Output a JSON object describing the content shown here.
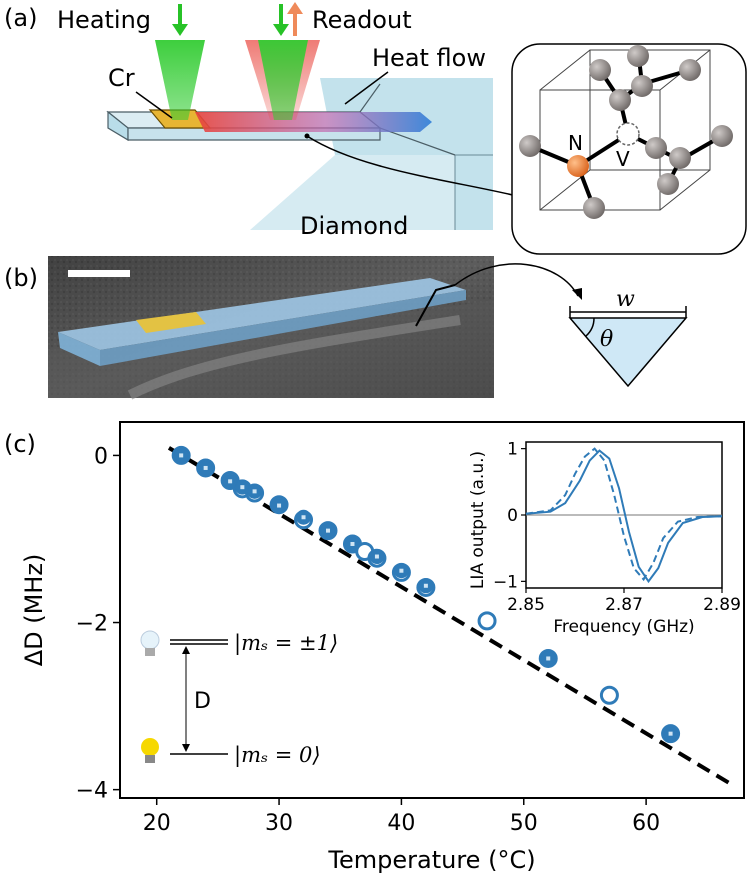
{
  "panel_a": {
    "label": "(a)",
    "heating": "Heating",
    "readout": "Readout",
    "heat_flow": "Heat flow",
    "cr": "Cr",
    "diamond": "Diamond",
    "n": "N",
    "v": "V",
    "colors": {
      "diamond": "#b9dde9",
      "cr": "#e7b533",
      "laser": "#33cc33",
      "heat_hot": "#e8423a",
      "heat_cold": "#2f7fd8",
      "nitrogen": "#f07e2c",
      "carbon": "#8c8684"
    }
  },
  "panel_b": {
    "label": "(b)",
    "w": "w",
    "theta": "θ"
  },
  "panel_c": {
    "label": "(c)",
    "level_upper": "|mₛ = ±1⟩",
    "level_lower": "|mₛ = 0⟩",
    "d_label": "D"
  },
  "chart_data": [
    {
      "type": "scatter",
      "xlabel": "Temperature (°C)",
      "ylabel": "ΔD (MHz)",
      "xlim": [
        17,
        68
      ],
      "ylim": [
        -4.1,
        0.4
      ],
      "xticks": [
        "20",
        "30",
        "40",
        "50",
        "60"
      ],
      "yticks": [
        "0",
        "−2",
        "−4"
      ],
      "series": [
        {
          "marker": "filled-circle",
          "x": [
            22,
            24,
            26,
            27,
            28,
            30,
            32,
            34,
            36,
            38,
            40,
            42,
            52,
            62
          ],
          "y": [
            0.0,
            -0.15,
            -0.31,
            -0.38,
            -0.43,
            -0.6,
            -0.74,
            -0.9,
            -1.06,
            -1.21,
            -1.38,
            -1.56,
            -2.43,
            -3.33
          ]
        },
        {
          "marker": "open-circle",
          "x": [
            22,
            24,
            26,
            27,
            28,
            30,
            32,
            34,
            36,
            37,
            38,
            40,
            42,
            47,
            52,
            57,
            62
          ],
          "y": [
            0.0,
            -0.15,
            -0.3,
            -0.4,
            -0.45,
            -0.59,
            -0.77,
            -0.9,
            -1.06,
            -1.15,
            -1.23,
            -1.4,
            -1.58,
            -1.98,
            -2.43,
            -2.87,
            -3.33
          ]
        }
      ],
      "fit": {
        "style": "dashed",
        "slope": -0.0876,
        "intercept": 1.93,
        "x": [
          21,
          67
        ]
      },
      "colors": {
        "points": "#2f7bb8",
        "fit": "#000000"
      }
    },
    {
      "type": "line",
      "xlabel": "Frequency (GHz)",
      "ylabel": "LIA output (a.u.)",
      "xlim": [
        2.85,
        2.89
      ],
      "ylim": [
        -1.1,
        1.1
      ],
      "xticks": [
        "2.85",
        "2.87",
        "2.89"
      ],
      "yticks": [
        "1",
        "0",
        "−1"
      ],
      "series": [
        {
          "style": "solid",
          "x": [
            2.85,
            2.855,
            2.858,
            2.861,
            2.863,
            2.865,
            2.867,
            2.869,
            2.871,
            2.873,
            2.875,
            2.877,
            2.879,
            2.882,
            2.886,
            2.89
          ],
          "y": [
            0.02,
            0.05,
            0.18,
            0.52,
            0.82,
            0.97,
            0.85,
            0.4,
            -0.25,
            -0.78,
            -1.0,
            -0.8,
            -0.42,
            -0.12,
            -0.03,
            -0.02
          ]
        },
        {
          "style": "dashed",
          "x": [
            2.85,
            2.855,
            2.858,
            2.86,
            2.862,
            2.864,
            2.866,
            2.868,
            2.87,
            2.872,
            2.874,
            2.876,
            2.878,
            2.881,
            2.885,
            2.89
          ],
          "y": [
            0.02,
            0.07,
            0.3,
            0.62,
            0.88,
            1.0,
            0.82,
            0.3,
            -0.32,
            -0.8,
            -0.97,
            -0.72,
            -0.35,
            -0.1,
            -0.03,
            -0.02
          ]
        }
      ],
      "colors": {
        "line": "#2f7bb8"
      }
    }
  ]
}
